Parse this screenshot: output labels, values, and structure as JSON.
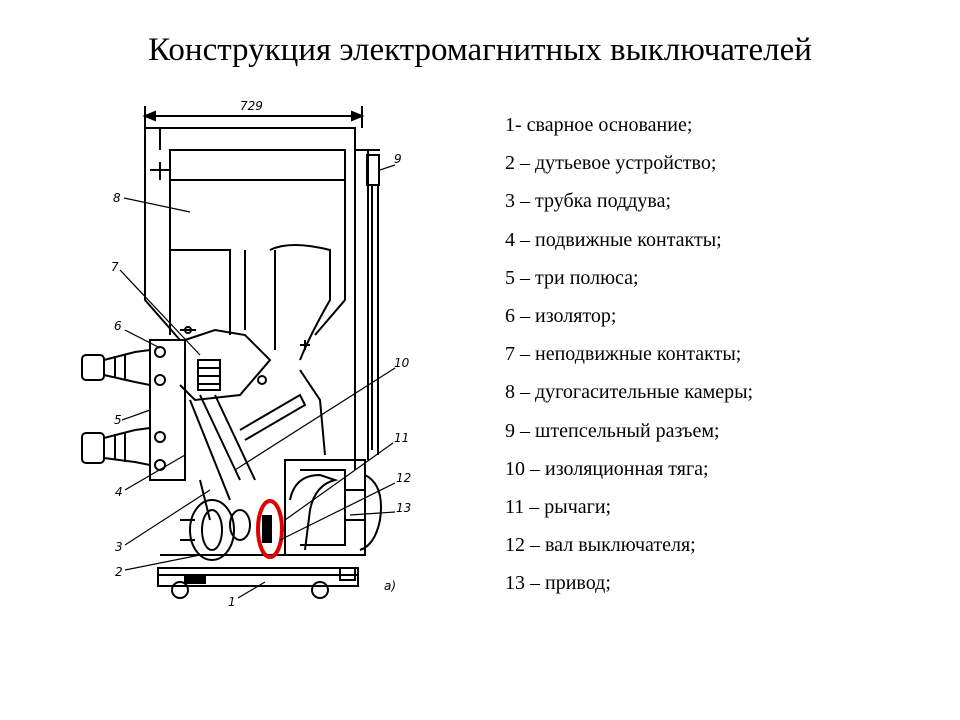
{
  "title": "Конструкция электромагнитных выключателей",
  "drawing": {
    "dimension": "729",
    "figure_label": "а)",
    "labels": [
      "1",
      "2",
      "3",
      "4",
      "5",
      "6",
      "7",
      "8",
      "9",
      "10",
      "11",
      "12",
      "13"
    ],
    "highlight_color": "#e00000"
  },
  "legend": [
    "1-  сварное основание;",
    "2 – дутьевое устройство;",
    "3 – трубка поддува;",
    "4 – подвижные контакты;",
    "5 – три полюса;",
    "6 – изолятор;",
    "7 – неподвижные контакты;",
    "8 – дугогасительные камеры;",
    "9 – штепсельный разъем;",
    "10 – изоляционная тяга;",
    "11 – рычаги;",
    "12 – вал выключателя;",
    "13 – привод;"
  ]
}
